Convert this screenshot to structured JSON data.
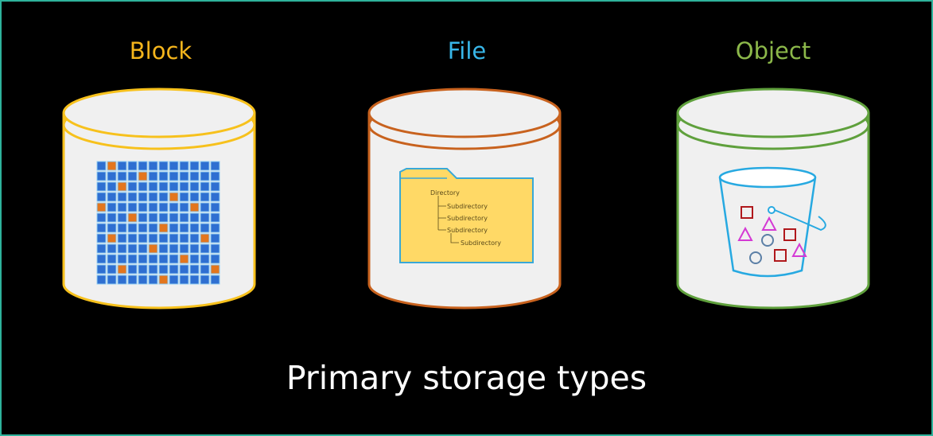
{
  "title": "Primary storage types",
  "columns": [
    {
      "label": "Block",
      "color": "#f5b51c"
    },
    {
      "label": "File",
      "color": "#38b6e8"
    },
    {
      "label": "Object",
      "color": "#8cb84a"
    }
  ],
  "cylinder_colors": [
    "#f7c11c",
    "#c8621e",
    "#5fa03c"
  ],
  "block_grid": {
    "cell_color": "#2f6fd1",
    "highlight_color": "#e3761e"
  },
  "file_tree": [
    "Directory",
    "Subdirectory",
    "Subdirectory",
    "Subdirectory",
    "Subdirectory"
  ],
  "object_icons": [
    "bucket-icon",
    "square-icon",
    "triangle-icon",
    "circle-icon"
  ]
}
